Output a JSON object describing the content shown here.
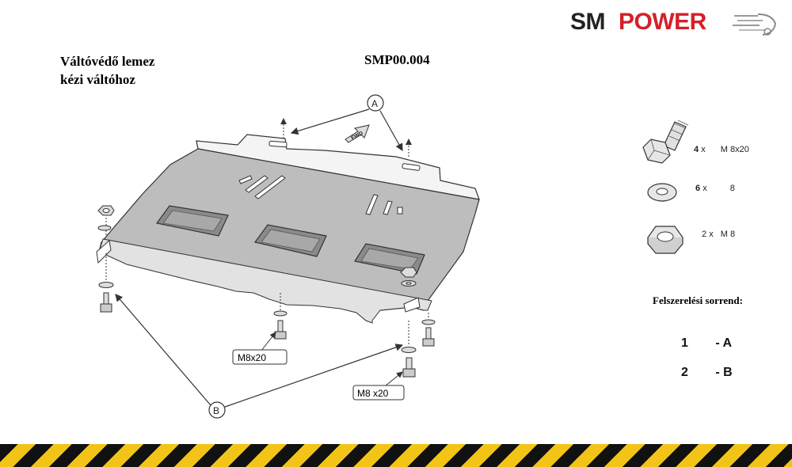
{
  "header": {
    "title_line1": "Váltóvédő lemez",
    "title_line2": "kézi váltóhoz",
    "product_code": "SMP00.004",
    "logo_sm": "SM",
    "logo_power": "POWER",
    "logo_color": "#d4202a"
  },
  "diagram": {
    "callout_a": "A",
    "callout_b": "B",
    "fwd_label": "FWD",
    "bolt_label_left": "M8x20",
    "bolt_label_right": "M8 x20"
  },
  "hardware": [
    {
      "icon": "bolt-icon",
      "qty": "4",
      "qty_suffix": "x",
      "size": "M 8x20"
    },
    {
      "icon": "washer-icon",
      "qty": "6",
      "qty_suffix": "x",
      "size": "8"
    },
    {
      "icon": "nut-icon",
      "qty": "2",
      "qty_suffix": "x",
      "size": "M 8"
    }
  ],
  "order": {
    "title": "Felszerelési sorrend:",
    "steps": [
      {
        "num": "1",
        "label": "- A"
      },
      {
        "num": "2",
        "label": "- B"
      }
    ]
  },
  "colors": {
    "plate": "#bdbdbd",
    "hazard_black": "#111111",
    "hazard_yellow": "#f2c418"
  }
}
